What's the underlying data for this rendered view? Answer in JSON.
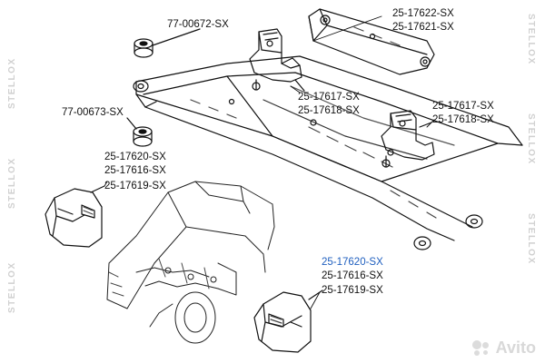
{
  "labels": {
    "p1": "77-00672-SX",
    "p2": "25-17622-SX",
    "p3": "25-17621-SX",
    "p4": "25-17617-SX",
    "p5": "25-17618-SX",
    "p6": "77-00673-SX",
    "p7": "25-17617-SX",
    "p8": "25-17618-SX",
    "p9": "25-17620-SX",
    "p10": "25-17616-SX",
    "p11": "25-17619-SX",
    "p12": "25-17620-SX",
    "p13": "25-17616-SX",
    "p14": "25-17619-SX"
  },
  "watermark": "STELLOX",
  "watermark_color": "#d0d0d0",
  "highlight_color": "#1f5fbf",
  "avito_text": "Avito"
}
